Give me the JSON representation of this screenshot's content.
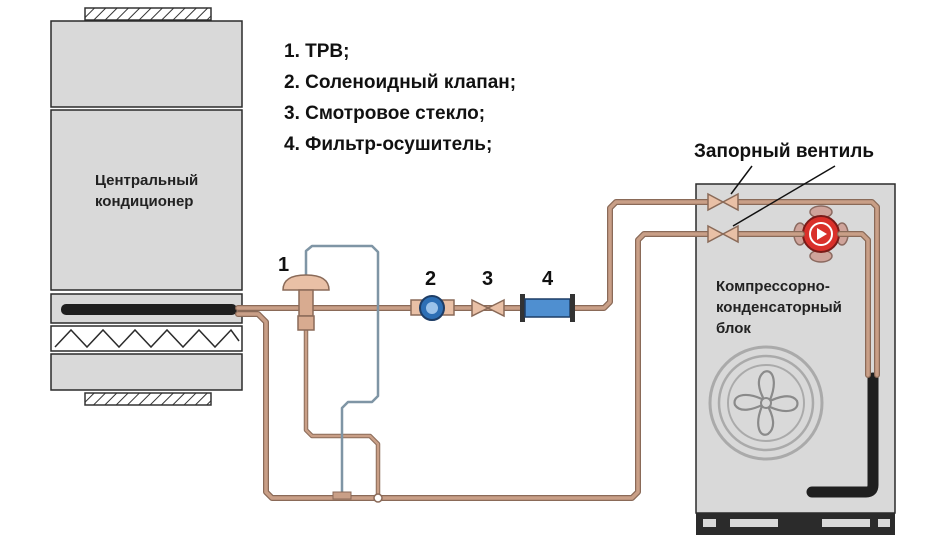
{
  "legend": [
    "1. ТРВ;",
    "2. Соленоидный клапан;",
    "3. Смотровое стекло;",
    "4. Фильтр-осушитель;"
  ],
  "indoor_unit": {
    "label_line1": "Центральный",
    "label_line2": "кондиционер"
  },
  "outdoor_unit": {
    "label_line1": "Компрессорно-",
    "label_line2": "конденсаторный",
    "label_line3": "блок"
  },
  "shutoff_valve_label": "Запорный вентиль",
  "component_numbers": [
    "1",
    "2",
    "3",
    "4"
  ],
  "colors": {
    "pipe": "#c99f87",
    "cabinet": "#d9d9d9",
    "outline": "#2b2b2b",
    "filter": "#4f8fd0",
    "compressor": "#d9302a",
    "coil": "#1f1f1f",
    "capillary": "#7f95a5"
  }
}
